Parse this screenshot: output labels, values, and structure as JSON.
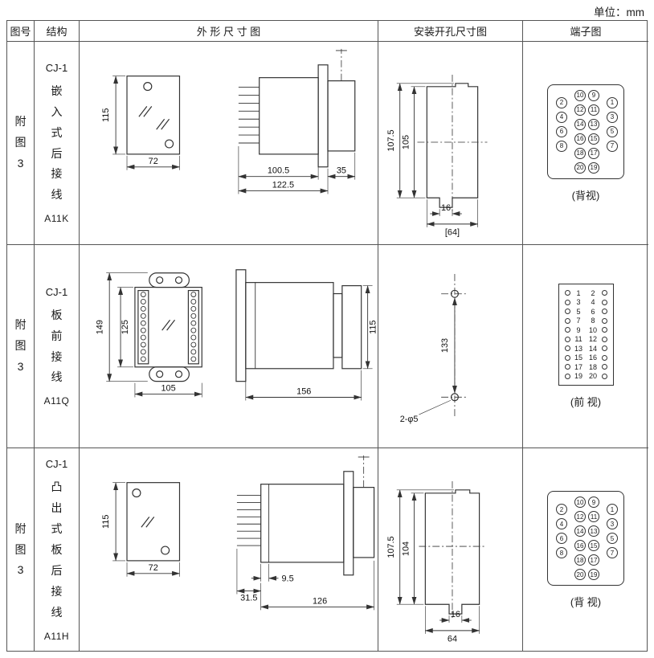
{
  "page": {
    "unit_label": "单位：mm"
  },
  "headers": {
    "figure": "图号",
    "structure": "结构",
    "outline": "外 形 尺 寸 图",
    "install": "安装开孔尺寸图",
    "terminal": "端子图"
  },
  "rows": [
    {
      "figure": "附图3",
      "model_series": "CJ-1",
      "structure": "嵌入式后接线",
      "model": "A11K",
      "outline": {
        "front_height": "115",
        "front_width": "72",
        "len1": "100.5",
        "len2": "122.5",
        "flange": "35"
      },
      "install": {
        "v_outer": "107.5",
        "v_inner": "105",
        "notch": "16",
        "width": "[64]"
      },
      "terminal": {
        "type": "staggered",
        "view": "(背视)",
        "inner_pairs": [
          [
            "10",
            "9"
          ],
          [
            "12",
            "11"
          ],
          [
            "14",
            "13"
          ],
          [
            "16",
            "15"
          ],
          [
            "18",
            "17"
          ],
          [
            "20",
            "19"
          ]
        ],
        "outer_pairs": [
          [
            "2",
            "1"
          ],
          [
            "4",
            "3"
          ],
          [
            "6",
            "5"
          ],
          [
            "8",
            "7"
          ]
        ]
      }
    },
    {
      "figure": "附图3",
      "model_series": "CJ-1",
      "structure": "板前接线",
      "model": "A11Q",
      "outline": {
        "outer_height": "149",
        "inner_height": "125",
        "front_width": "105",
        "side_length": "156",
        "side_height": "115"
      },
      "install": {
        "hole_span": "133",
        "holes": "2-φ5"
      },
      "terminal": {
        "type": "front",
        "view": "(前 视)",
        "pairs": [
          [
            "1",
            "2"
          ],
          [
            "3",
            "4"
          ],
          [
            "5",
            "6"
          ],
          [
            "7",
            "8"
          ],
          [
            "9",
            "10"
          ],
          [
            "11",
            "12"
          ],
          [
            "13",
            "14"
          ],
          [
            "15",
            "16"
          ],
          [
            "17",
            "18"
          ],
          [
            "19",
            "20"
          ]
        ]
      }
    },
    {
      "figure": "附图3",
      "model_series": "CJ-1",
      "structure": "凸出式板后接线",
      "model": "A11H",
      "outline": {
        "front_height": "115",
        "front_width": "72",
        "pin_len": "31.5",
        "offset": "9.5",
        "body_len": "126"
      },
      "install": {
        "v_outer": "107.5",
        "v_inner": "104",
        "notch": "16",
        "width": "64"
      },
      "terminal": {
        "type": "staggered",
        "view": "(背 视)",
        "inner_pairs": [
          [
            "10",
            "9"
          ],
          [
            "12",
            "11"
          ],
          [
            "14",
            "13"
          ],
          [
            "16",
            "15"
          ],
          [
            "18",
            "17"
          ],
          [
            "20",
            "19"
          ]
        ],
        "outer_pairs": [
          [
            "2",
            "1"
          ],
          [
            "4",
            "3"
          ],
          [
            "6",
            "5"
          ],
          [
            "8",
            "7"
          ]
        ]
      }
    }
  ]
}
